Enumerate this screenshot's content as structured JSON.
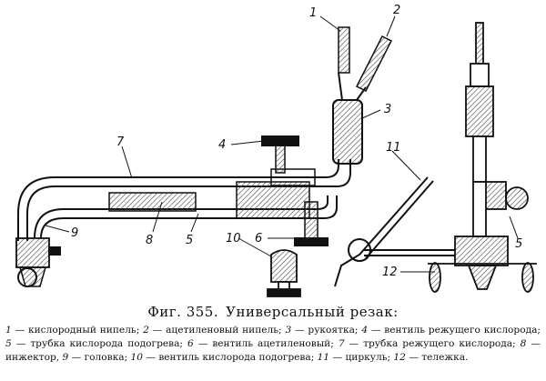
{
  "figure": {
    "number": "Фиг. 355.",
    "title": "Универсальный резак:",
    "callouts": [
      "1",
      "2",
      "3",
      "4",
      "5",
      "6",
      "7",
      "8",
      "9",
      "10",
      "11",
      "12",
      "5"
    ]
  },
  "legend": [
    {
      "n": "1",
      "text": "кислородный нипель;"
    },
    {
      "n": "2",
      "text": "ацетиленовый нипель;"
    },
    {
      "n": "3",
      "text": "рукоятка;"
    },
    {
      "n": "4",
      "text": "вентиль режущего кислорода;"
    },
    {
      "n": "5",
      "text": "трубка кислорода подогрева;"
    },
    {
      "n": "6",
      "text": "вентиль ацетиленовый;"
    },
    {
      "n": "7",
      "text": "трубка режущего кислорода;"
    },
    {
      "n": "8",
      "text": "инжектор,"
    },
    {
      "n": "9",
      "text": "головка;"
    },
    {
      "n": "10",
      "text": "вентиль кислорода подогрева;"
    },
    {
      "n": "11",
      "text": "циркуль;"
    },
    {
      "n": "12",
      "text": "тележка."
    }
  ],
  "colors": {
    "ink": "#111111",
    "hatch": "#555555",
    "paper": "#ffffff"
  }
}
